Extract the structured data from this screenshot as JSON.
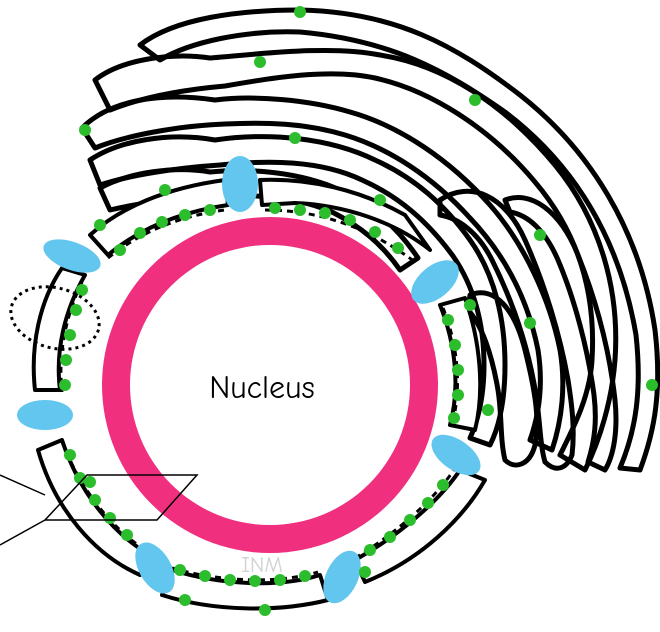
{
  "labels": {
    "nucleus": "Nucleus",
    "inm": "INM"
  },
  "colors": {
    "background": "#ffffff",
    "nucleus_ring": "#f0307f",
    "nucleus_fill": "#ffffff",
    "nuclear_pore": "#63c6ee",
    "membrane_outline": "#000000",
    "ribosome": "#2bbd2b",
    "inm_label": "#d2d2d2"
  },
  "icons": {
    "ribosome": "green-dot",
    "nuclear_pore": "blue-oval",
    "highlight": "dotted-ellipse",
    "pointer": "callout-lines"
  }
}
